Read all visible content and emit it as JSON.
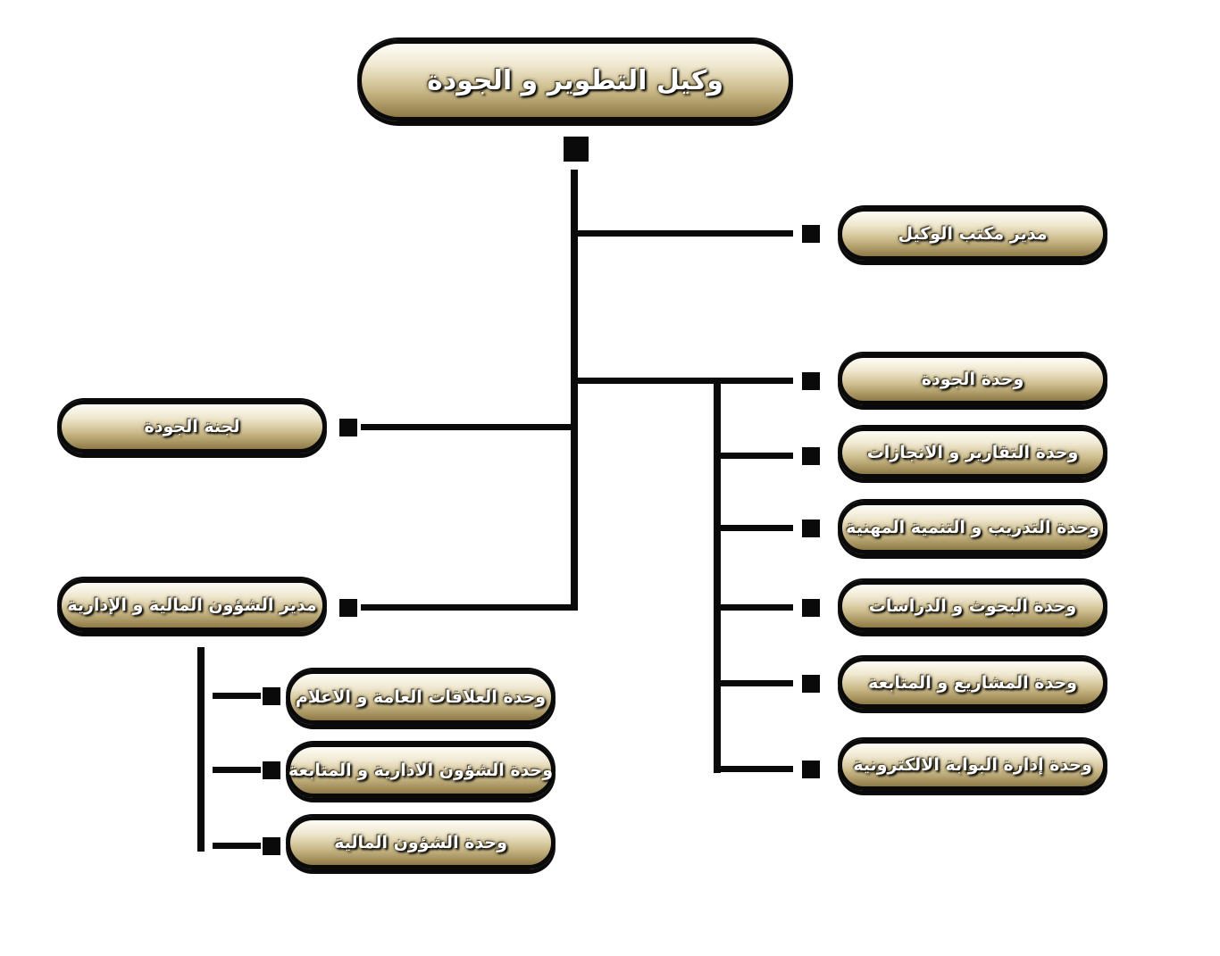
{
  "nodes": {
    "top": "وكيل التطوير و الجودة",
    "office_manager": "مدير مكتب الوكيل",
    "quality_unit": "وحدة الجودة",
    "reports_unit": "وحدة التقارير و الانجازات",
    "training_unit": "وحدة التدريب و التنمية المهنية",
    "research_unit": "وحدة البحوث و الدراسات",
    "projects_unit": "وحدة المشاريع و المتابعة",
    "portal_unit": "وحدة إدارة البوابة الالكترونية",
    "quality_committee": "لجنة الجودة",
    "finance_admin_manager": "مدير الشؤون المالية و الإدارية",
    "pr_unit": "وحدة العلاقات العامة و الاعلام",
    "admin_affairs_unit": "وحدة الشؤون الادارية و المتابعة",
    "finance_unit": "وحدة الشؤون المالية"
  },
  "colors": {
    "line": "#0a0a0a",
    "box_light": "#efe7cf",
    "box_dark": "#8f7a45"
  }
}
